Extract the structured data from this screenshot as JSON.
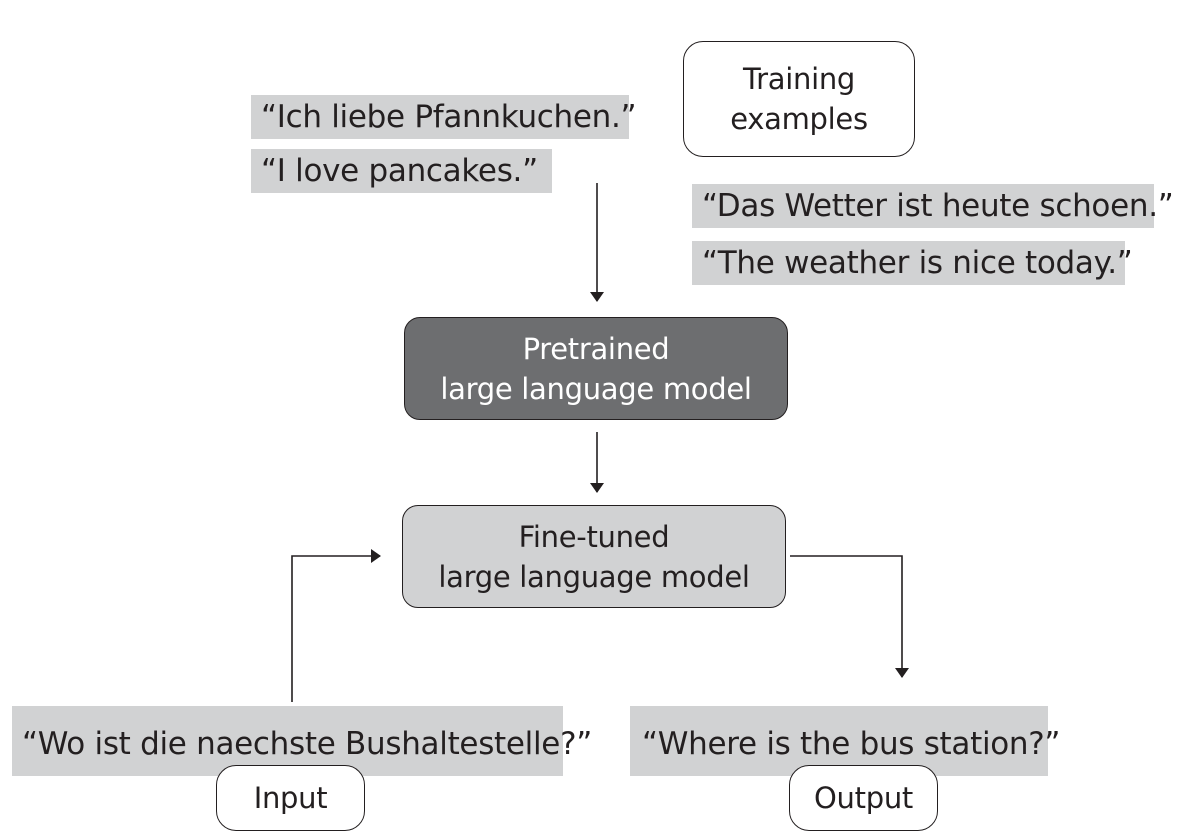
{
  "training_box": {
    "line1": "Training",
    "line2": "examples"
  },
  "examples": [
    {
      "german": "“Ich liebe Pfannkuchen.”",
      "english": "“I love pancakes.”"
    },
    {
      "german": "“Das Wetter ist heute schoen.”",
      "english": "“The weather is nice today.”"
    }
  ],
  "pretrained_model": {
    "line1": "Pretrained",
    "line2": "large language model"
  },
  "finetuned_model": {
    "line1": "Fine-tuned",
    "line2": "large language model"
  },
  "input": {
    "text": "“Wo ist die naechste Bushaltestelle?”",
    "label": "Input"
  },
  "output": {
    "text": "“Where is the bus station?”",
    "label": "Output"
  },
  "colors": {
    "quote_bg": "#d1d2d3",
    "pretrained_bg": "#6d6e70",
    "finetuned_bg": "#d1d2d3",
    "line": "#231f20"
  }
}
